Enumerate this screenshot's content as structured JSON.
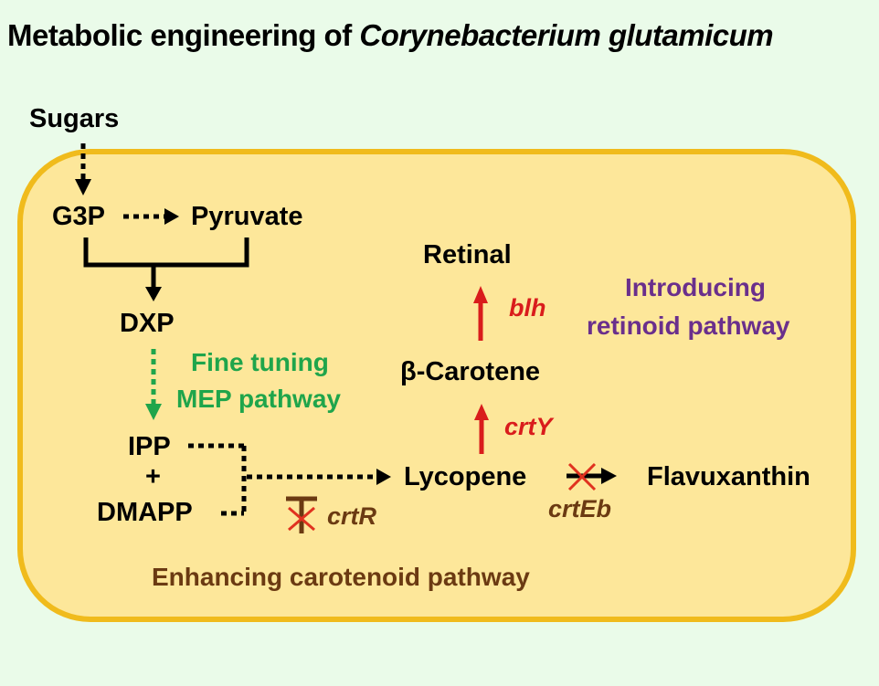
{
  "title": {
    "prefix": "Metabolic engineering of ",
    "organism": "Corynebacterium glutamicum"
  },
  "colors": {
    "background": "#eafbe9",
    "cell_fill": "#fde79a",
    "cell_border": "#f0bb1c",
    "mep": "#1fa54b",
    "retinoid": "#6a2f8c",
    "carotenoid": "#6b3a12",
    "overexpress": "#d91c1c",
    "knockout_cross": "#e0321f"
  },
  "metabolites": {
    "sugars": "Sugars",
    "g3p": "G3P",
    "pyruvate": "Pyruvate",
    "dxp": "DXP",
    "ipp": "IPP",
    "plus": "+",
    "dmapp": "DMAPP",
    "lycopene": "Lycopene",
    "beta_carotene": "β-Carotene",
    "retinal": "Retinal",
    "flavuxanthin": "Flavuxanthin"
  },
  "genes": {
    "blh": "blh",
    "crtY": "crtY",
    "crtR": "crtR",
    "crtEb": "crtEb"
  },
  "annotations": {
    "mep_line1": "Fine tuning",
    "mep_line2": "MEP pathway",
    "retinoid_line1": "Introducing",
    "retinoid_line2": "retinoid pathway",
    "carotenoid": "Enhancing carotenoid pathway"
  }
}
